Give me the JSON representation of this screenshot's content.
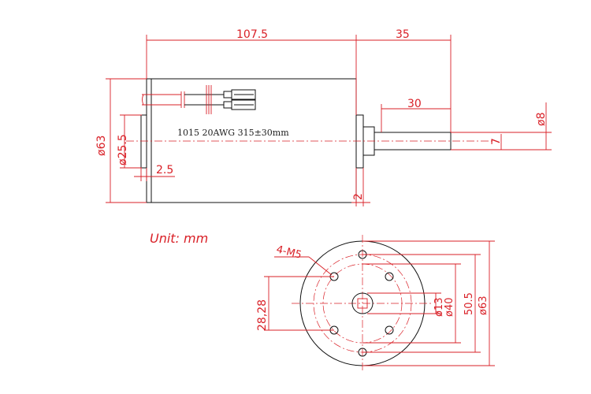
{
  "side_view": {
    "dim_body_length": "107.5",
    "dim_shaft_total": "35",
    "dim_shaft_length": "30",
    "dim_shaft_dia": "ø8",
    "dim_flat": "7",
    "dim_body_dia": "ø63",
    "dim_boss_dia": "ø25.5",
    "dim_boss_depth": "2.5",
    "dim_flange": "2",
    "cable_note": "1015   20AWG  315±30mm"
  },
  "unit_label": "Unit: mm",
  "end_view": {
    "dim_screws": "4-M5",
    "dim_spacing": "28,28",
    "dim_shaft": "ø13",
    "dim_pcd_inner": "ø40",
    "dim_pcd_outer": "50.5",
    "dim_outer": "ø63"
  },
  "colors": {
    "dimension": "#d92027",
    "outline": "#111111"
  }
}
